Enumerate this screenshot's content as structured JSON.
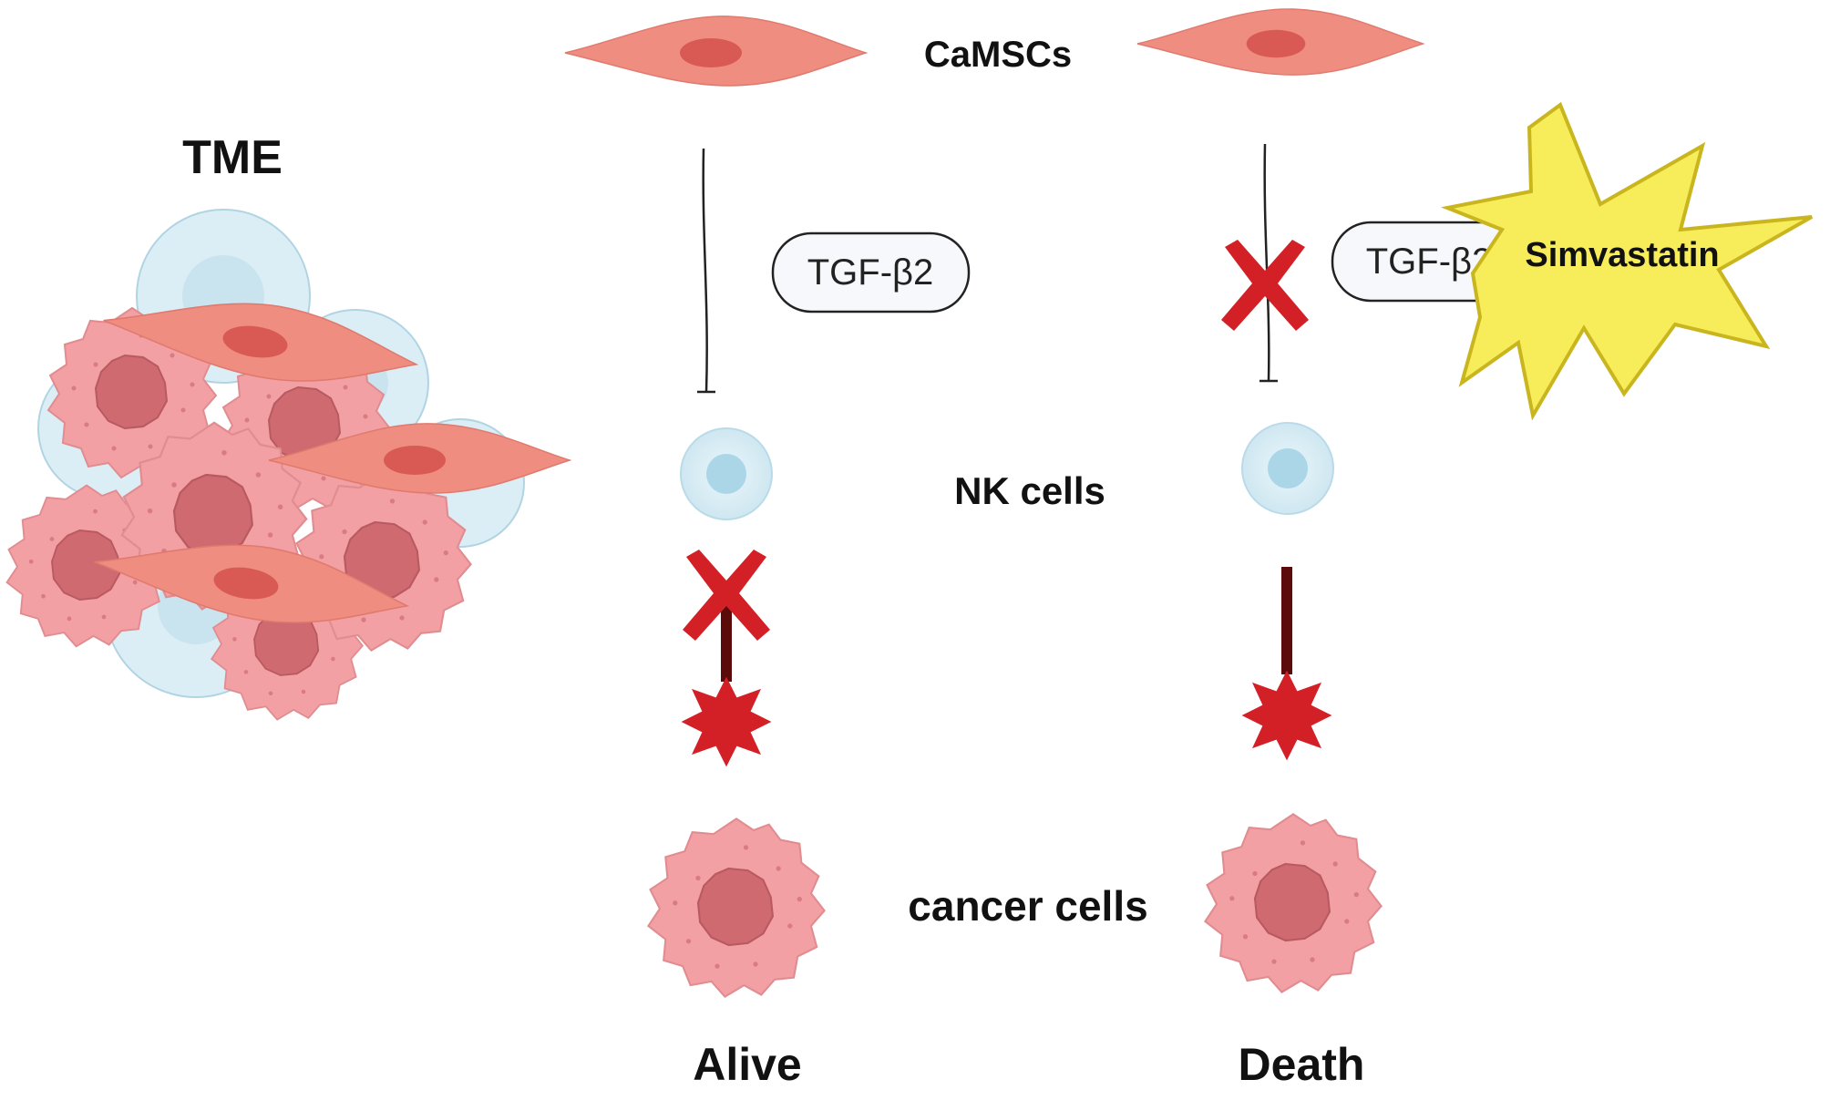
{
  "labels": {
    "camscs": "CaMSCs",
    "tme": "TME",
    "nk_cells": "NK cells",
    "cancer_cells": "cancer cells",
    "left_outcome": "Alive",
    "right_outcome": "Death",
    "left_cytokine": "TGF-β2",
    "right_cytokine": "TGF-β2",
    "drug": "Simvastatin"
  },
  "colors": {
    "msc_fill": "#ee8d80",
    "msc_nucleus": "#d95a55",
    "nk_outer": "#d9edf5",
    "nk_inner": "#aad6e8",
    "cancer_fill": "#f2a0a3",
    "cancer_nucleus": "#cf6a70",
    "block_cross": "#d32026",
    "killing_line": "#5c0b0b",
    "starburst_fill": "#f7ec5a",
    "starburst_stroke": "#c9b51e"
  }
}
